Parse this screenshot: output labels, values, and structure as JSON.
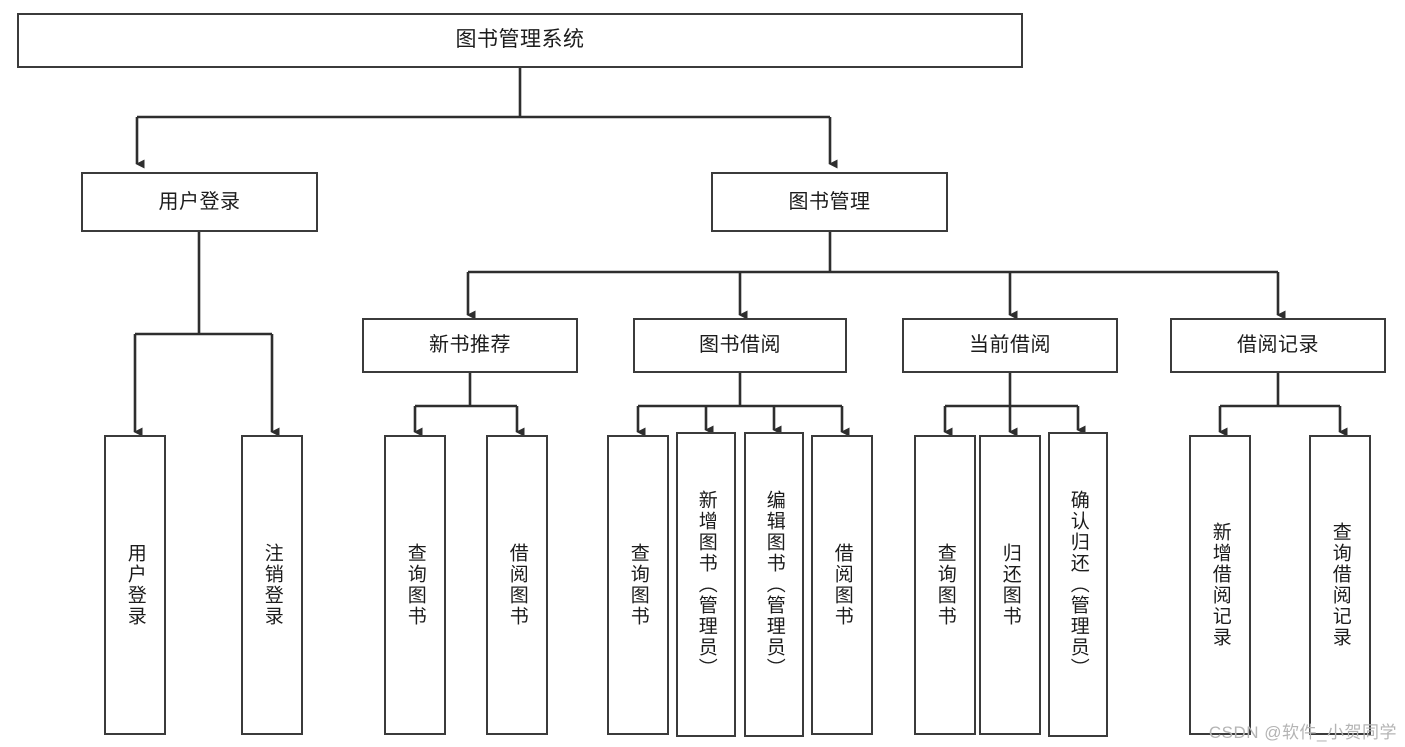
{
  "diagram": {
    "title": "图书管理系统",
    "type": "hierarchical-tree",
    "root": {
      "label": "图书管理系统"
    },
    "level1": [
      {
        "label": "用户登录"
      },
      {
        "label": "图书管理"
      }
    ],
    "level2": [
      {
        "label": "新书推荐"
      },
      {
        "label": "图书借阅"
      },
      {
        "label": "当前借阅"
      },
      {
        "label": "借阅记录"
      }
    ],
    "leaves": {
      "user_login": [
        {
          "label": "用户登录"
        },
        {
          "label": "注销登录"
        }
      ],
      "new_book_recommend": [
        {
          "label": "查询图书"
        },
        {
          "label": "借阅图书"
        }
      ],
      "book_borrow": [
        {
          "label": "查询图书"
        },
        {
          "label": "新增图书（管理员）"
        },
        {
          "label": "编辑图书（管理员）"
        },
        {
          "label": "借阅图书"
        }
      ],
      "current_borrow": [
        {
          "label": "查询图书"
        },
        {
          "label": "归还图书"
        },
        {
          "label": "确认归还（管理员）"
        }
      ],
      "borrow_record": [
        {
          "label": "新增借阅记录"
        },
        {
          "label": "查询借阅记录"
        }
      ]
    }
  },
  "watermark": {
    "text": "CSDN @软件_小贺同学"
  },
  "colors": {
    "stroke": "#3b3b3b",
    "text": "#1c1c1c",
    "background": "#ffffff",
    "watermark": "#b4b4b4"
  }
}
